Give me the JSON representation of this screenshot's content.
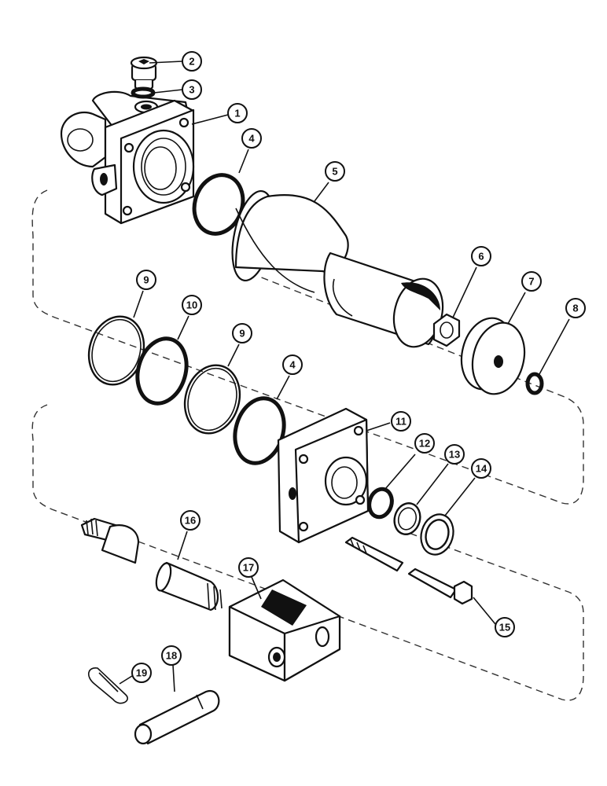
{
  "callouts": [
    "1",
    "2",
    "3",
    "4",
    "5",
    "6",
    "7",
    "8",
    "9",
    "10",
    "9",
    "4",
    "11",
    "12",
    "13",
    "14",
    "15",
    "16",
    "17",
    "18",
    "19"
  ],
  "parts": [
    {
      "icon": "cylinder-base-end-icon"
    },
    {
      "icon": "plug-icon"
    },
    {
      "icon": "o-ring-icon"
    },
    {
      "icon": "o-ring-icon"
    },
    {
      "icon": "cylinder-tube-icon"
    },
    {
      "icon": "nut-icon"
    },
    {
      "icon": "piston-icon"
    },
    {
      "icon": "o-ring-icon"
    },
    {
      "icon": "backup-ring-icon"
    },
    {
      "icon": "o-ring-icon"
    },
    {
      "icon": "backup-ring-icon"
    },
    {
      "icon": "o-ring-icon"
    },
    {
      "icon": "rod-end-gland-icon"
    },
    {
      "icon": "o-ring-icon"
    },
    {
      "icon": "washer-icon"
    },
    {
      "icon": "seal-icon"
    },
    {
      "icon": "tie-rod-bolt-icon"
    },
    {
      "icon": "piston-rod-icon"
    },
    {
      "icon": "clevis-icon"
    },
    {
      "icon": "pin-icon"
    },
    {
      "icon": "cotter-pin-icon"
    }
  ]
}
